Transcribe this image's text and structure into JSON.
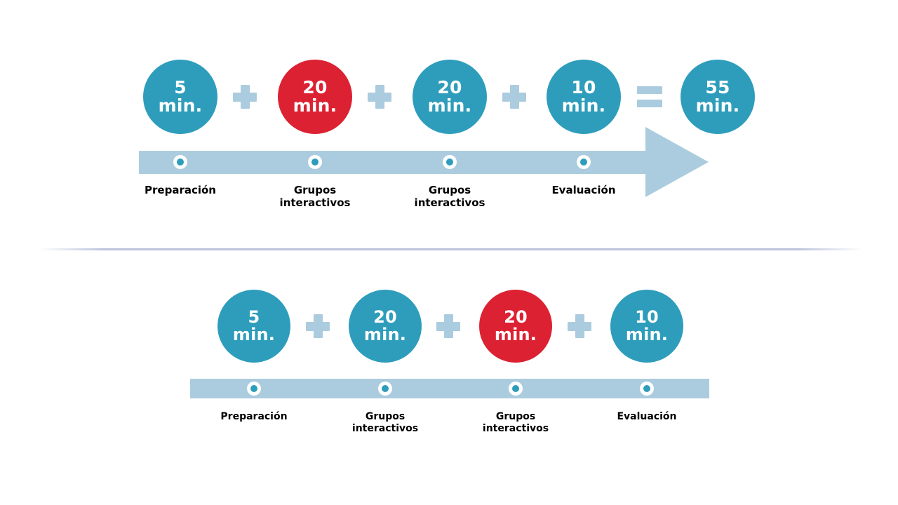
{
  "diagram": {
    "title_colors": {
      "teal": "#2E9DBC",
      "red": "#DC2132",
      "light_blue": "#ABCCDE",
      "background": "#FFFFFF",
      "label_text": "#000000"
    },
    "rows": [
      {
        "id": "row-top",
        "has_total": true,
        "operator_equals": "=",
        "total": {
          "value": "55",
          "unit": "min.",
          "color": "teal"
        },
        "steps": [
          {
            "value": "5",
            "unit": "min.",
            "color": "teal",
            "label": "Preparación"
          },
          {
            "value": "20",
            "unit": "min.",
            "color": "red",
            "label": "Grupos\ninteractivos"
          },
          {
            "value": "20",
            "unit": "min.",
            "color": "teal",
            "label": "Grupos\ninteractivos"
          },
          {
            "value": "10",
            "unit": "min.",
            "color": "teal",
            "label": "Evaluación"
          }
        ],
        "operators": [
          "+",
          "+",
          "+"
        ]
      },
      {
        "id": "row-bottom",
        "has_total": false,
        "steps": [
          {
            "value": "5",
            "unit": "min.",
            "color": "teal",
            "label": "Preparación"
          },
          {
            "value": "20",
            "unit": "min.",
            "color": "teal",
            "label": "Grupos\ninteractivos"
          },
          {
            "value": "20",
            "unit": "min.",
            "color": "red",
            "label": "Grupos\ninteractivos"
          },
          {
            "value": "10",
            "unit": "min.",
            "color": "teal",
            "label": "Evaluación"
          }
        ],
        "operators": [
          "+",
          "+",
          "+"
        ]
      }
    ]
  }
}
